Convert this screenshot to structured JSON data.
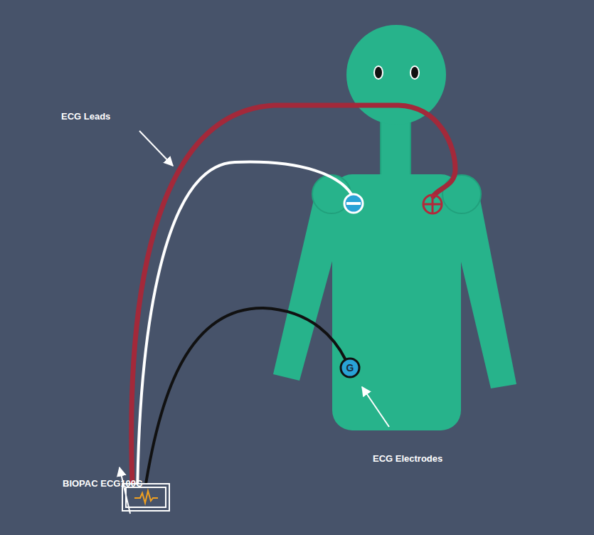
{
  "diagram": {
    "labels": [
      "ECG Leads",
      "BIOPAC ECG100C",
      "ECG Electrodes",
      "G"
    ]
  }
}
